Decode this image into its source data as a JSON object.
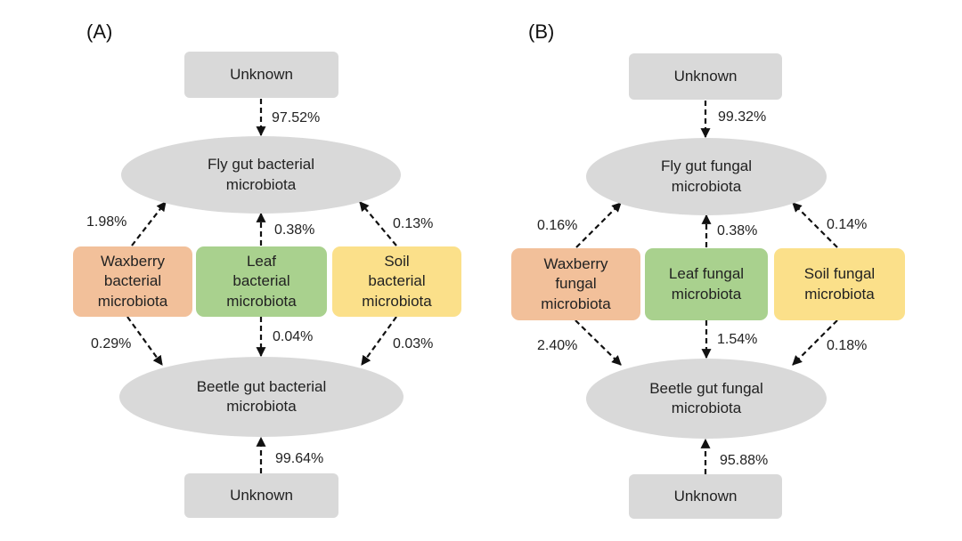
{
  "colors": {
    "unknown": "#d9d9d9",
    "gut": "#d9d9d9",
    "waxberry": "#f2c09a",
    "leaf": "#a9d18e",
    "soil": "#fbe08a",
    "arrow": "#111111"
  },
  "panel_a": {
    "label": "(A)",
    "unknown_top": "Unknown",
    "fly": "Fly gut bacterial\nmicrobiota",
    "waxberry": "Waxberry\nbacterial\nmicrobiota",
    "leaf": "Leaf\nbacterial\nmicrobiota",
    "soil": "Soil\nbacterial\nmicrobiota",
    "beetle": "Beetle gut bacterial\nmicrobiota",
    "unknown_bottom": "Unknown",
    "pct": {
      "unknown_to_fly": "97.52%",
      "waxberry_to_fly": "1.98%",
      "leaf_to_fly": "0.38%",
      "soil_to_fly": "0.13%",
      "waxberry_to_beetle": "0.29%",
      "leaf_to_beetle": "0.04%",
      "soil_to_beetle": "0.03%",
      "unknown_to_beetle": "99.64%"
    }
  },
  "panel_b": {
    "label": "(B)",
    "unknown_top": "Unknown",
    "fly": "Fly gut fungal\nmicrobiota",
    "waxberry": "Waxberry\nfungal\nmicrobiota",
    "leaf": "Leaf fungal\nmicrobiota",
    "soil": "Soil fungal\nmicrobiota",
    "beetle": "Beetle gut fungal\nmicrobiota",
    "unknown_bottom": "Unknown",
    "pct": {
      "unknown_to_fly": "99.32%",
      "waxberry_to_fly": "0.16%",
      "leaf_to_fly": "0.38%",
      "soil_to_fly": "0.14%",
      "waxberry_to_beetle": "2.40%",
      "leaf_to_beetle": "1.54%",
      "soil_to_beetle": "0.18%",
      "unknown_to_beetle": "95.88%"
    }
  }
}
